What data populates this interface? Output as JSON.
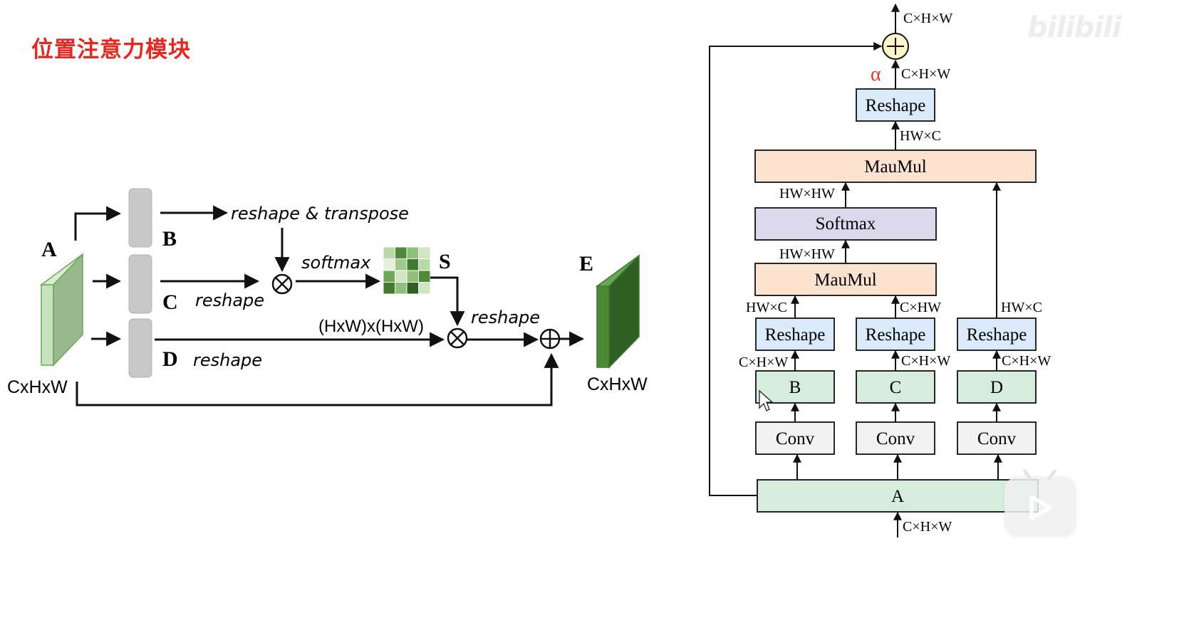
{
  "title": "位置注意力模块",
  "watermark": "bilibili",
  "left": {
    "labels": {
      "A": "A",
      "B": "B",
      "C": "C",
      "D": "D",
      "S": "S",
      "E": "E",
      "input_dim": "CxHxW",
      "output_dim": "CxHxW",
      "reshape_transpose": "reshape & transpose",
      "reshape_c": "reshape",
      "reshape_d": "reshape",
      "reshape_s": "reshape",
      "softmax": "softmax",
      "attention_dim": "(HxW)x(HxW)"
    }
  },
  "right": {
    "labels": {
      "out_dim": "C×H×W",
      "alpha": "α",
      "alpha_dim": "C×H×W",
      "reshape_top": "Reshape",
      "hwc_top": "HW×C",
      "maumul_top": "MauMul",
      "hwhw_1": "HW×HW",
      "softmax": "Softmax",
      "hwhw_2": "HW×HW",
      "maumul_mid": "MauMul",
      "hwc_left": "HW×C",
      "chw_mid": "C×HW",
      "hwc_right": "HW×C",
      "reshape_b": "Reshape",
      "reshape_c": "Reshape",
      "reshape_d": "Reshape",
      "chw_b": "C×H×W",
      "chw_c": "C×H×W",
      "chw_d": "C×H×W",
      "B": "B",
      "C": "C",
      "D": "D",
      "conv_b": "Conv",
      "conv_c": "Conv",
      "conv_d": "Conv",
      "A": "A",
      "in_dim": "C×H×W"
    }
  },
  "colors": {
    "title": "#e8261f",
    "reshape_fill": "#dbeafb",
    "maumul_fill": "#fbe3d0",
    "softmax_fill": "#dcd8ec",
    "feature_fill": "#d6ecdc",
    "conv_fill": "#f2f2f2",
    "alpha": "#e03a2a"
  }
}
